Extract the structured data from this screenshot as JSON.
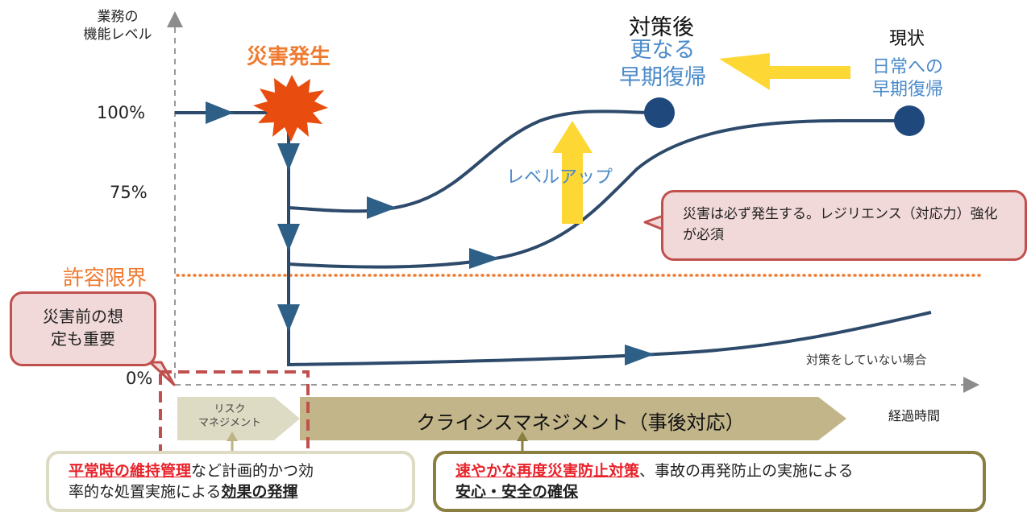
{
  "y_axis": {
    "label_line1": "業務の",
    "label_line2": "機能レベル",
    "ticks": [
      "100%",
      "75%",
      "0%"
    ]
  },
  "x_axis": {
    "label": "経過時間"
  },
  "threshold": {
    "label": "許容限界"
  },
  "disaster": {
    "label": "災害発生"
  },
  "after_measures": {
    "title": "対策後",
    "subtitle_line1": "更なる",
    "subtitle_line2": "早期復帰"
  },
  "current": {
    "title": "現状",
    "subtitle_line1": "日常への",
    "subtitle_line2": "早期復帰"
  },
  "level_up": {
    "label": "レベルアップ"
  },
  "no_measures": {
    "label": "対策をしていない場合"
  },
  "resilience_note": {
    "text": "災害は必ず発生する。レジリエンス（対応力）強化が必須"
  },
  "pre_disaster_note": {
    "line1": "災害前の想",
    "line2": "定も重要"
  },
  "phases": {
    "risk_line1": "リスク",
    "risk_line2": "マネジメント",
    "crisis": "クライシスマネジメント（事後対応）"
  },
  "bottom_left": {
    "em": "平常時の維持管理",
    "text1": "など計画的かつ効",
    "text2": "率的な処置実施による",
    "strong": "効果の発揮"
  },
  "bottom_right": {
    "em": "速やかな再度災害防止対策",
    "text1": "、事故の再発防止の実施による",
    "strong": "安心・安全の確保"
  },
  "colors": {
    "curve": "#2e4a6b",
    "arrow": "#2e5f86",
    "orange": "#ef7b31",
    "blue_text": "#4a8ac9",
    "yellow": "#fdd835",
    "phase": "#c2b58a",
    "callout_border": "#c0504d",
    "callout_fill": "#f2d9d9",
    "dot": "#1f497d"
  }
}
